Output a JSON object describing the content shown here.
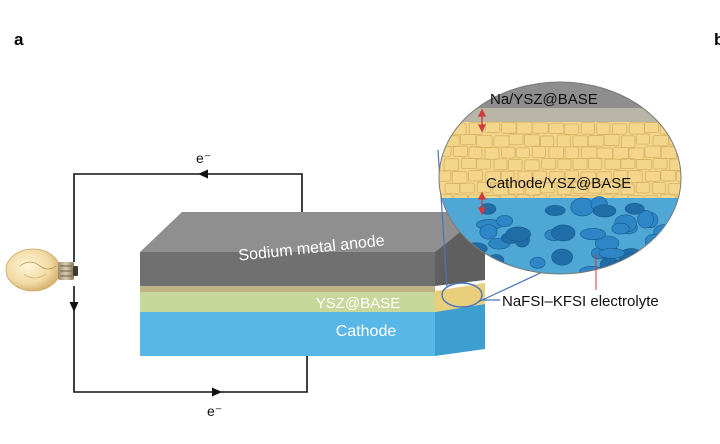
{
  "panel": {
    "label": "a",
    "next_panel_label": "b"
  },
  "circuit": {
    "electron_top": "e⁻",
    "electron_bottom": "e⁻"
  },
  "layers": {
    "anode": "Sodium metal anode",
    "electrolyte": "YSZ@BASE",
    "cathode": "Cathode"
  },
  "inset": {
    "top_interface": "Na/YSZ@BASE",
    "bottom_interface": "Cathode/YSZ@BASE",
    "electrolyte_callout": "NaFSI–KFSI electrolyte"
  },
  "colors": {
    "anode_top": "#8f8f8f",
    "anode_front": "#6b6b6b",
    "electrolyte": "#f2dc8f",
    "electrolyte_front": "#c8d79a",
    "cathode": "#58b7e6",
    "inset_yellow": "#f3d58c",
    "inset_blue": "#2f86c6",
    "callout_line": "#4a74b8",
    "wire": "#111111"
  }
}
